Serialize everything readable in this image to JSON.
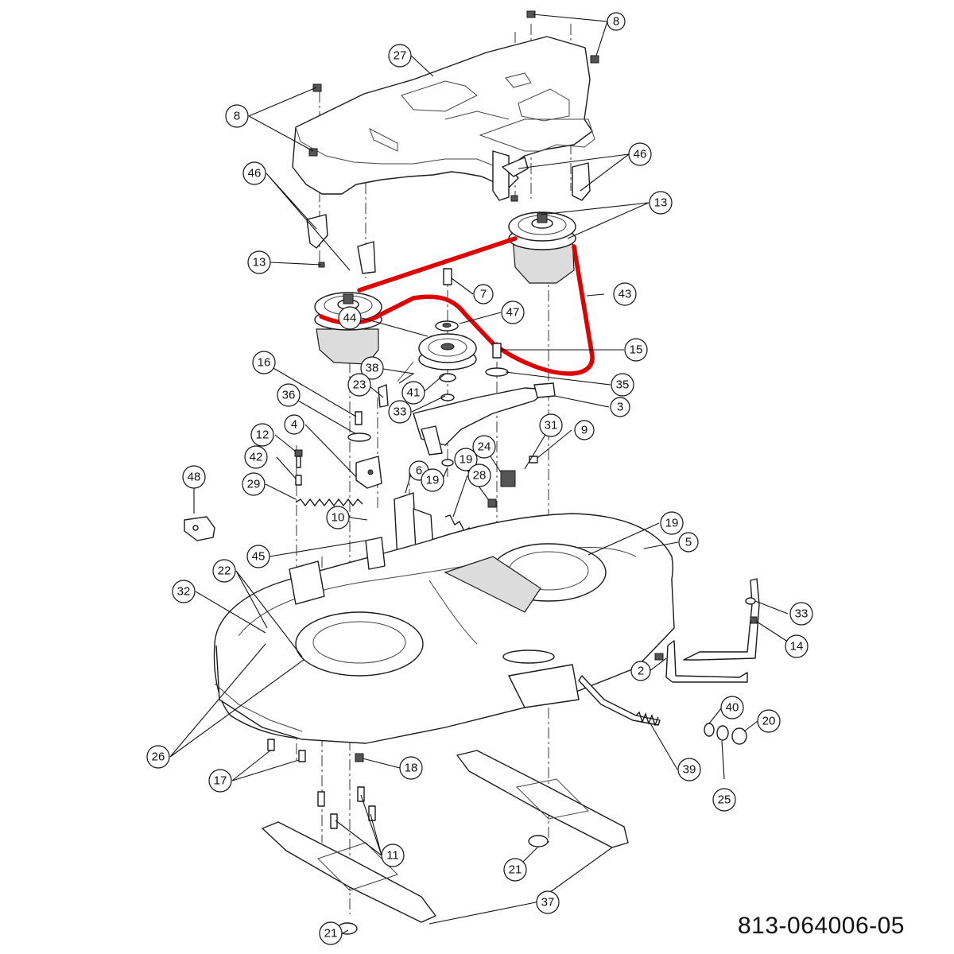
{
  "drawing_number": "813-064006-05",
  "colors": {
    "belt": "#e00000",
    "line": "#1a1a1a",
    "background": "#ffffff"
  },
  "callouts": [
    {
      "id": "c8a",
      "label": "8"
    },
    {
      "id": "c27",
      "label": "27"
    },
    {
      "id": "c8b",
      "label": "8"
    },
    {
      "id": "c46a",
      "label": "46"
    },
    {
      "id": "c46b",
      "label": "46"
    },
    {
      "id": "c13a",
      "label": "13"
    },
    {
      "id": "c13b",
      "label": "13"
    },
    {
      "id": "c43",
      "label": "43"
    },
    {
      "id": "c7",
      "label": "7"
    },
    {
      "id": "c47",
      "label": "47"
    },
    {
      "id": "c44",
      "label": "44"
    },
    {
      "id": "c15",
      "label": "15"
    },
    {
      "id": "c16",
      "label": "16"
    },
    {
      "id": "c38",
      "label": "38"
    },
    {
      "id": "c35",
      "label": "35"
    },
    {
      "id": "c23",
      "label": "23"
    },
    {
      "id": "c41",
      "label": "41"
    },
    {
      "id": "c33a",
      "label": "33"
    },
    {
      "id": "c3",
      "label": "3"
    },
    {
      "id": "c36",
      "label": "36"
    },
    {
      "id": "c31",
      "label": "31"
    },
    {
      "id": "c9",
      "label": "9"
    },
    {
      "id": "c4",
      "label": "4"
    },
    {
      "id": "c12",
      "label": "12"
    },
    {
      "id": "c24",
      "label": "24"
    },
    {
      "id": "c19a",
      "label": "19"
    },
    {
      "id": "c42",
      "label": "42"
    },
    {
      "id": "c48",
      "label": "48"
    },
    {
      "id": "c6",
      "label": "6"
    },
    {
      "id": "c19b",
      "label": "19"
    },
    {
      "id": "c28",
      "label": "28"
    },
    {
      "id": "c29",
      "label": "29"
    },
    {
      "id": "c10",
      "label": "10"
    },
    {
      "id": "c19c",
      "label": "19"
    },
    {
      "id": "c5",
      "label": "5"
    },
    {
      "id": "c45",
      "label": "45"
    },
    {
      "id": "c22",
      "label": "22"
    },
    {
      "id": "c32",
      "label": "32"
    },
    {
      "id": "c33b",
      "label": "33"
    },
    {
      "id": "c14",
      "label": "14"
    },
    {
      "id": "c2",
      "label": "2"
    },
    {
      "id": "c40",
      "label": "40"
    },
    {
      "id": "c20",
      "label": "20"
    },
    {
      "id": "c26",
      "label": "26"
    },
    {
      "id": "c18",
      "label": "18"
    },
    {
      "id": "c39",
      "label": "39"
    },
    {
      "id": "c25",
      "label": "25"
    },
    {
      "id": "c17",
      "label": "17"
    },
    {
      "id": "c11",
      "label": "11"
    },
    {
      "id": "c21a",
      "label": "21"
    },
    {
      "id": "c37",
      "label": "37"
    },
    {
      "id": "c21b",
      "label": "21"
    }
  ]
}
